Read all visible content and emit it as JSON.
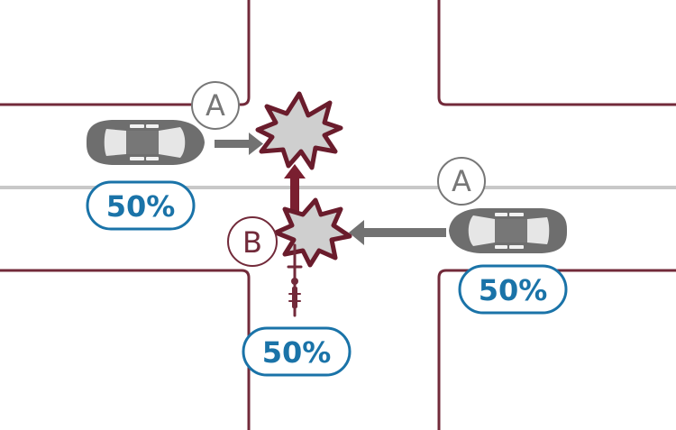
{
  "diagram": {
    "labels": {
      "party_a_west": "A",
      "party_a_east": "A",
      "party_b": "B"
    },
    "percentages": {
      "car_west": "50%",
      "car_east": "50%",
      "bicycle": "50%"
    },
    "colors": {
      "road_edge": "#722a3a",
      "center_line": "#c8c8c8",
      "car_body": "#6e6e6e",
      "arrow_gray": "#727272",
      "bike_arrow": "#7a1f30",
      "collision_fill": "#cfcfcf",
      "collision_stroke": "#6a1c2c",
      "percent_badge": "#1a73a8",
      "label_circle": "#777777",
      "label_b": "#722a3a"
    }
  }
}
